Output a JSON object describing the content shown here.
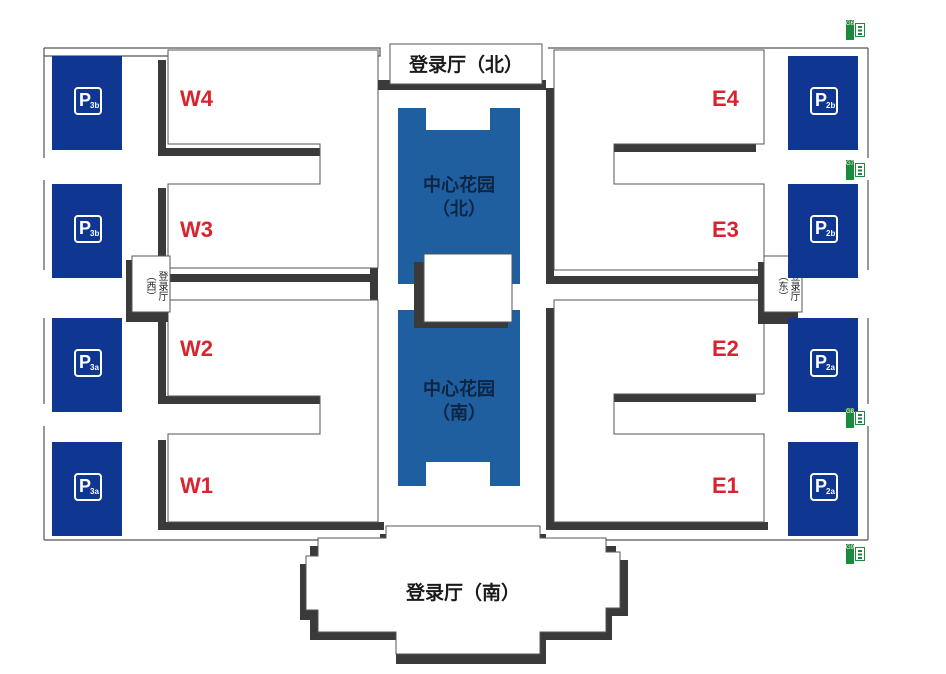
{
  "halls": {
    "north": "登录厅（北）",
    "south": "登录厅（南）",
    "west": "登录厅（西）",
    "east": "登录厅（东）"
  },
  "zones": [
    "W4",
    "W3",
    "W2",
    "W1",
    "E4",
    "E3",
    "E2",
    "E1"
  ],
  "gardens": {
    "north": [
      "中心花园",
      "（北）"
    ],
    "south": [
      "中心花园",
      "（南）"
    ]
  },
  "parking": [
    {
      "id": "west-1",
      "label": "P",
      "sub": "3b"
    },
    {
      "id": "west-2",
      "label": "P",
      "sub": "3b"
    },
    {
      "id": "west-3",
      "label": "P",
      "sub": "3a"
    },
    {
      "id": "west-4",
      "label": "P",
      "sub": "3a"
    },
    {
      "id": "east-1",
      "label": "P",
      "sub": "2b"
    },
    {
      "id": "east-2",
      "label": "P",
      "sub": "2b"
    },
    {
      "id": "east-3",
      "label": "P",
      "sub": "2a"
    },
    {
      "id": "east-4",
      "label": "P",
      "sub": "2a"
    }
  ],
  "gates": [
    "G6",
    "G7",
    "G8",
    "G9"
  ],
  "colors": {
    "zone_text": "#d9232e",
    "garden": "#1f5fa0",
    "parking": "#0f3791",
    "shadow": "#3a3a3a",
    "gate": "#1b8a3a"
  }
}
